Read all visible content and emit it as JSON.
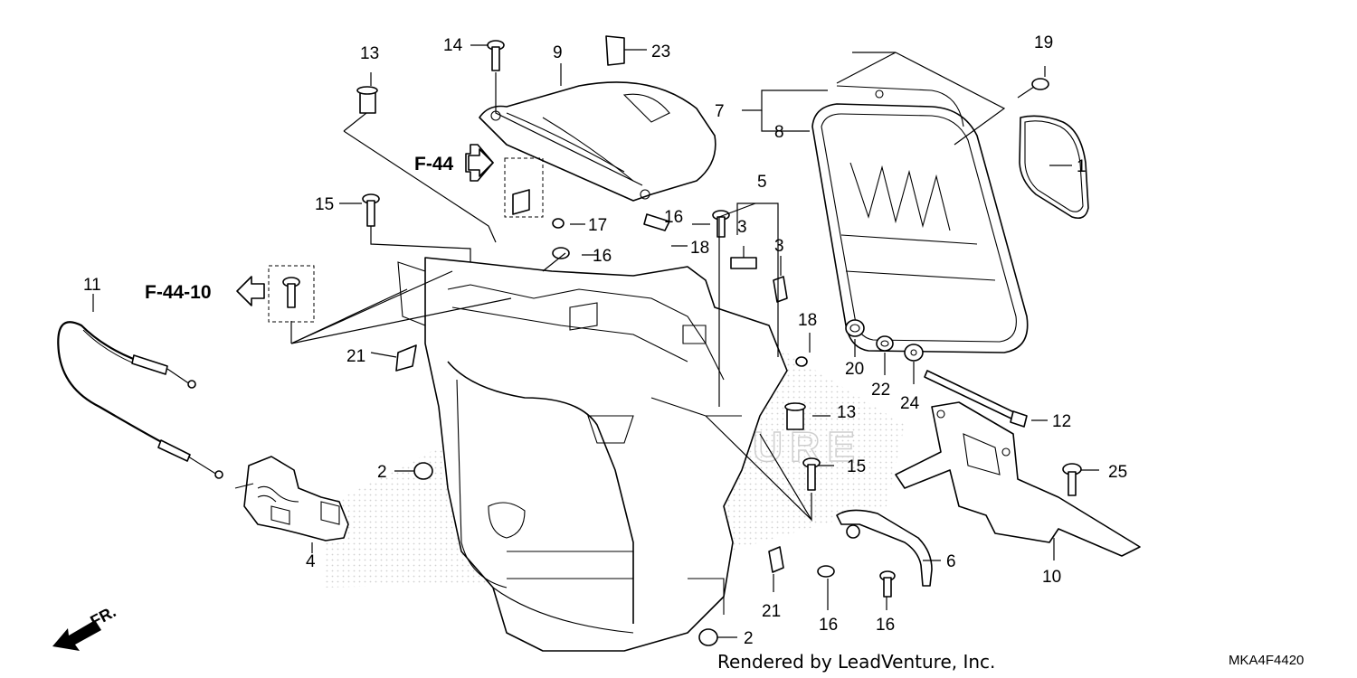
{
  "callouts": [
    "1",
    "2",
    "2",
    "3",
    "3",
    "4",
    "5",
    "6",
    "7",
    "8",
    "9",
    "10",
    "11",
    "12",
    "13",
    "13",
    "14",
    "15",
    "15",
    "16",
    "16",
    "16",
    "16",
    "17",
    "18",
    "18",
    "19",
    "20",
    "21",
    "21",
    "22",
    "23",
    "24",
    "25"
  ],
  "refs": {
    "f44": "F-44",
    "f4410": "F-44-10"
  },
  "direction": "FR.",
  "footer": "Rendered by LeadVenture, Inc.",
  "diagram_code": "MKA4F4420",
  "watermark": "LEADVENTURE"
}
